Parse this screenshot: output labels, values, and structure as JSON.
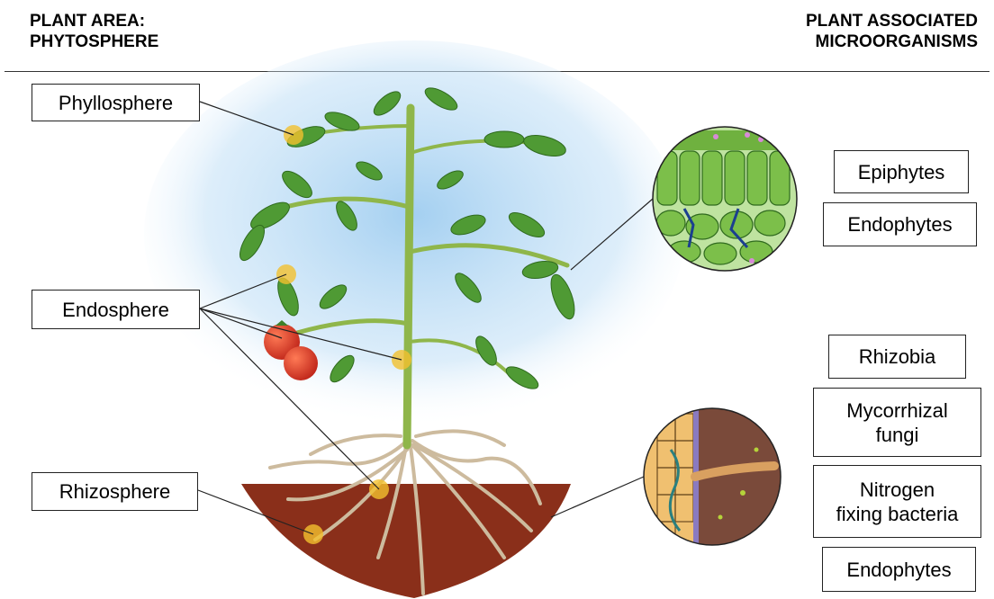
{
  "headings": {
    "left": "PLANT AREA:\nPHYTOSPHERE",
    "right": "PLANT ASSOCIATED\nMICROORGANISMS"
  },
  "areas": {
    "phyllosphere": "Phyllosphere",
    "endosphere": "Endosphere",
    "rhizosphere": "Rhizosphere"
  },
  "leaf_microbes": [
    "Epiphytes",
    "Endophytes"
  ],
  "root_microbes": [
    "Rhizobia",
    "Mycorrhizal\nfungi",
    "Nitrogen\nfixing bacteria",
    "Endophytes"
  ],
  "colors": {
    "sky": "#9fcdf0",
    "soil": "#8a2f1a",
    "stem": "#8fb64a",
    "leaf": "#4f9a34",
    "tomato": "#d8321e",
    "marker": "#f2c12e",
    "root": "#c9b79c",
    "leaf_cell": "#7cbf4a",
    "root_cell": "#f0c070"
  }
}
